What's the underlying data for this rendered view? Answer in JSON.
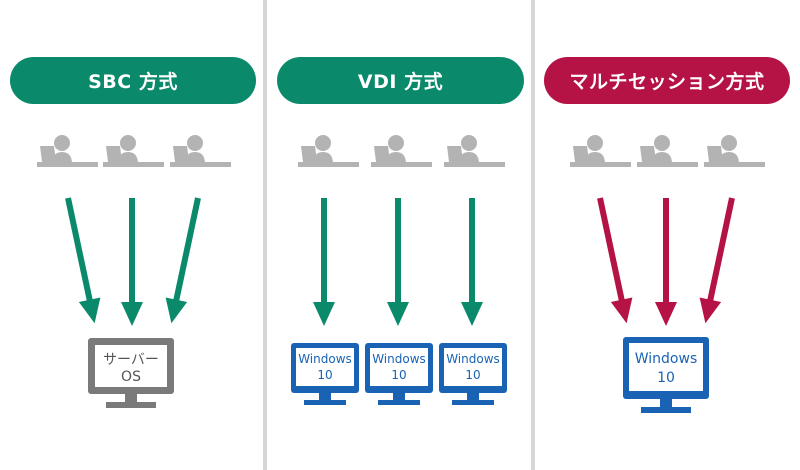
{
  "colors": {
    "green": "#0a8a6b",
    "crimson": "#b51246",
    "blue": "#1a63b4",
    "gray": "#7a7a7a",
    "user_gray": "#b3b3b3"
  },
  "panels": [
    {
      "id": "sbc",
      "label": "SBC 方式",
      "pill_color": "#0a8a6b",
      "server": {
        "line1": "サーバー",
        "line2": "OS"
      }
    },
    {
      "id": "vdi",
      "label": "VDI 方式",
      "pill_color": "#0a8a6b",
      "monitors": [
        {
          "line1": "Windows",
          "line2": "10"
        },
        {
          "line1": "Windows",
          "line2": "10"
        },
        {
          "line1": "Windows",
          "line2": "10"
        }
      ]
    },
    {
      "id": "multi",
      "label": "マルチセッション方式",
      "pill_color": "#b51246",
      "monitor": {
        "line1": "Windows",
        "line2": "10"
      }
    }
  ]
}
